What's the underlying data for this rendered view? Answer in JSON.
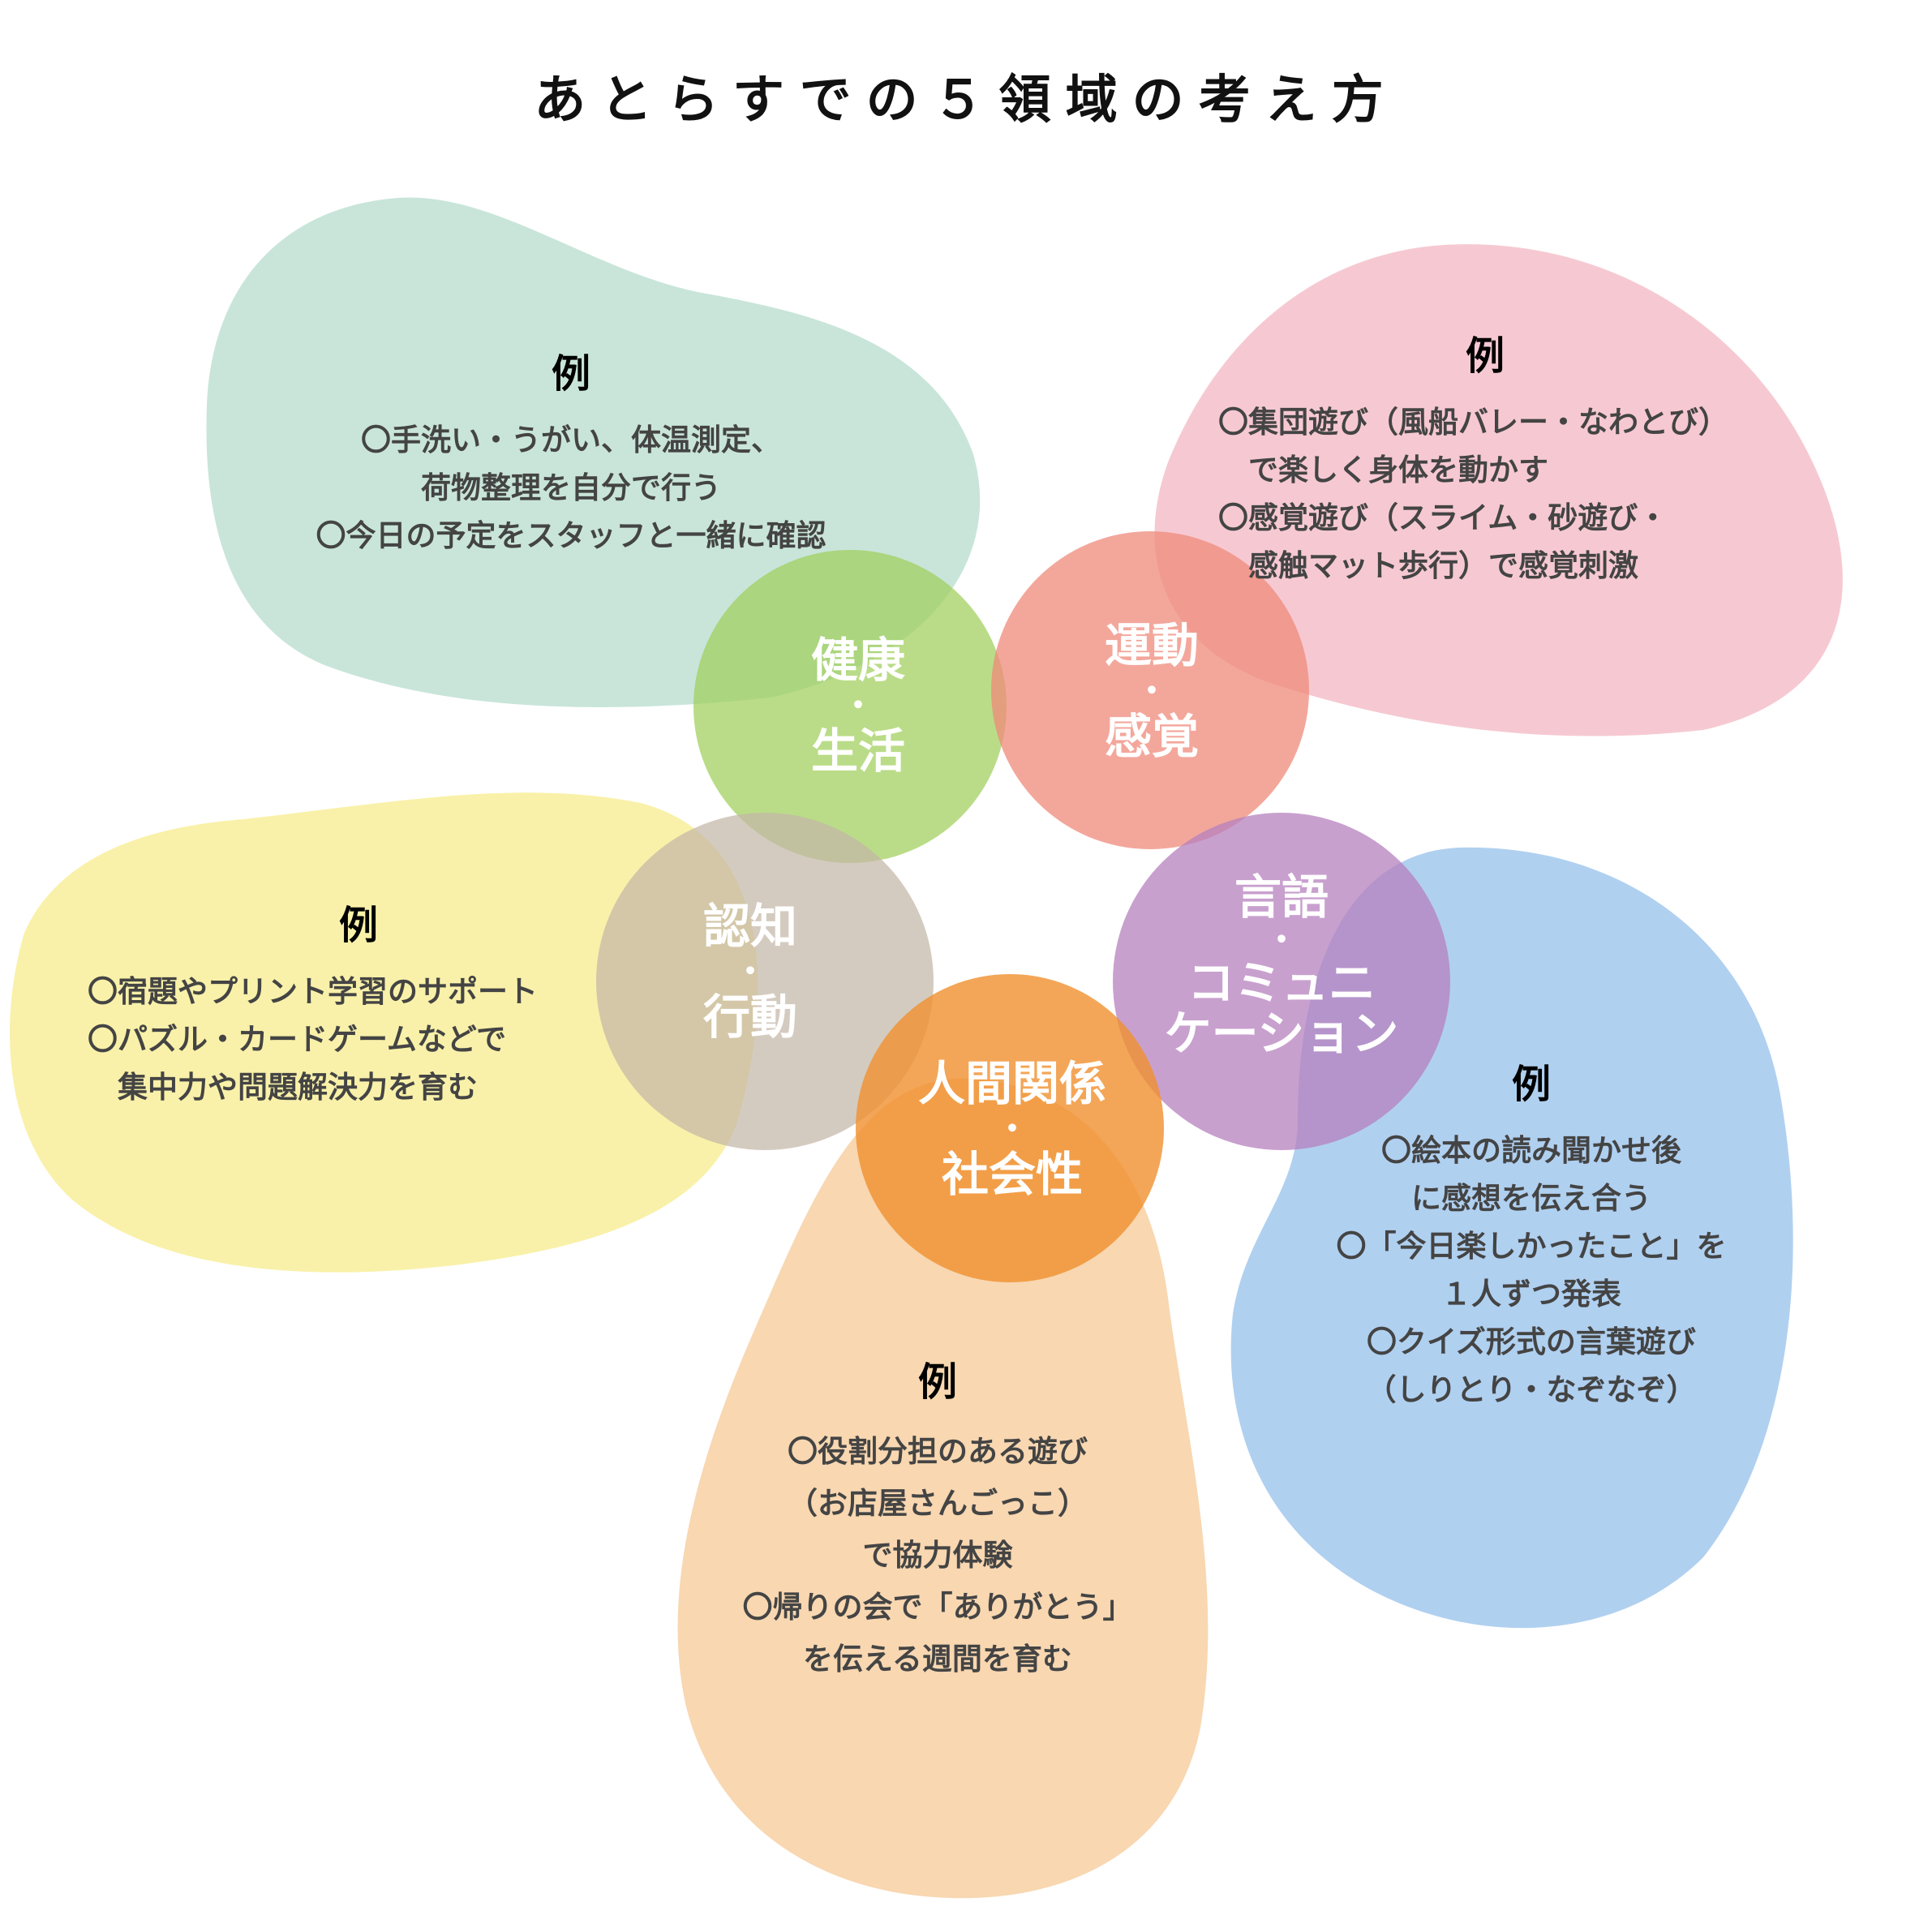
{
  "title": "あとらすでの５領域の考え方",
  "colors": {
    "health_blob": "#bfe1d3",
    "motor_blob": "#f5c0ca",
    "cognition_blob": "#f8ef9a",
    "language_blob": "#a7cbee",
    "social_blob": "#f7d3a8",
    "health_circle": "#9fcf5a",
    "motor_circle": "#ef8a7a",
    "cognition_circle": "#c3b7a8",
    "language_circle": "#b580bd",
    "social_circle": "#f0902e"
  },
  "domains": {
    "health": {
      "line1": "健康",
      "dot": "・",
      "line2": "生活"
    },
    "motor": {
      "line1": "運動",
      "dot": "・",
      "line2": "感覚"
    },
    "cognition": {
      "line1": "認知",
      "dot": "・",
      "line2": "行動"
    },
    "language": {
      "line1": "言語",
      "dot": "・",
      "line2": "コミュニ",
      "line3": "ケーション"
    },
    "social": {
      "line1": "人間関係",
      "dot": "・",
      "line2": "社会性"
    }
  },
  "examples": {
    "health": {
      "heading": "例",
      "lines": [
        "〇手洗い・うがい、体温測定、",
        "荷物整理を自分で行う",
        "〇今日の予定をスタッフと一緒に確認"
      ]
    },
    "motor": {
      "heading": "例",
      "lines": [
        "〇集団遊び（風船バレー・なわとび）",
        "　で楽しく身体を動かす",
        "〇感覚遊び（スライム・砂遊び・",
        "　感触マット歩行）で感覚刺激"
      ]
    },
    "cognition": {
      "heading": "例",
      "lines": [
        "〇宿題やプリント学習のサポート",
        "〇パズル・カードゲームなどで",
        "　集中力や問題解決力を育む"
      ]
    },
    "language": {
      "heading": "例",
      "lines": [
        "〇絵本の読み聞かせ後",
        "に感想を伝え合う",
        "〇「今日楽しかったこと」を",
        "１人ずつ発表",
        "〇クイズ形式の言葉遊び",
        "（しりとり・なぞなぞ）"
      ]
    },
    "social": {
      "heading": "例",
      "lines": [
        "〇役割分担のある遊び",
        "（お店屋さんごっこ）",
        "で協力体験",
        "〇帰りの会で「ありがとう」",
        "を伝える週間を育む"
      ]
    }
  }
}
